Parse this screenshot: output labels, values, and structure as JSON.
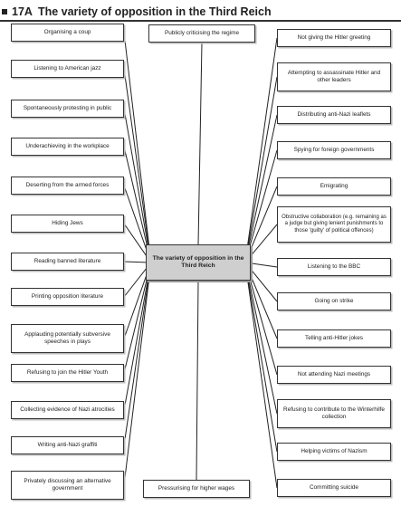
{
  "heading": {
    "code": "17A",
    "title": "The variety of opposition in the Third Reich"
  },
  "center": {
    "label": "The variety of opposition in the Third Reich"
  },
  "left_nodes": [
    "Organising a coup",
    "Listening to American jazz",
    "Spontaneously protesting in public",
    "Underachieving in the workplace",
    "Deserting from the armed forces",
    "Hiding Jews",
    "Reading banned literature",
    "Printing opposition literature",
    "Applauding potentially subversive speeches in plays",
    "Refusing to join the Hitler Youth",
    "Collecting evidence of Nazi atrocities",
    "Writing anti-Nazi graffiti",
    "Privately discussing an alternative government"
  ],
  "middle_nodes": {
    "top": "Publicly criticising the regime",
    "bottom": "Pressurising for higher wages"
  },
  "right_nodes": [
    "Not giving the Hitler greeting",
    "Attempting to assassinate Hitler and other leaders",
    "Distributing anti-Nazi leaflets",
    "Spying for foreign governments",
    "Emigrating",
    "Obstructive collaboration (e.g. remaining as a judge but giving lenient punishments to those 'guilty' of political offences)",
    "Listening to the BBC",
    "Going on strike",
    "Telling anti-Hitler jokes",
    "Not attending Nazi meetings",
    "Refusing to contribute to the Winterhilfe collection",
    "Helping victims of Nazism",
    "Committing suicide"
  ],
  "colors": {
    "line": "#222222",
    "box_border": "#333333",
    "center_fill": "#cfcfcf"
  }
}
